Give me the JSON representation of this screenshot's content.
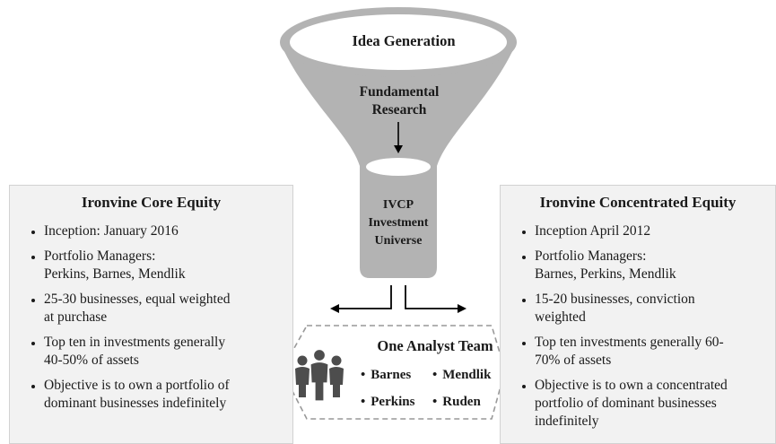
{
  "funnel": {
    "top_label": "Idea Generation",
    "middle_label_line1": "Fundamental",
    "middle_label_line2": "Research",
    "stem_label_line1": "IVCP",
    "stem_label_line2": "Investment",
    "stem_label_line3": "Universe"
  },
  "left_panel": {
    "title": "Ironvine Core Equity",
    "bullets": [
      [
        "Inception: January 2016"
      ],
      [
        "Portfolio Managers:",
        "Perkins, Barnes, Mendlik"
      ],
      [
        "25-30 businesses, equal weighted",
        "at purchase"
      ],
      [
        "Top ten in investments generally",
        "40-50% of assets"
      ],
      [
        "Objective is to own a portfolio of",
        "dominant businesses indefinitely"
      ]
    ]
  },
  "right_panel": {
    "title": "Ironvine Concentrated Equity",
    "bullets": [
      [
        "Inception April 2012"
      ],
      [
        "Portfolio Managers:",
        "Barnes, Perkins, Mendlik"
      ],
      [
        "15-20 businesses, conviction",
        "weighted"
      ],
      [
        "Top ten investments generally 60-",
        "70% of assets"
      ],
      [
        "Objective is to own a concentrated",
        "portfolio of dominant businesses",
        "indefinitely"
      ]
    ]
  },
  "team": {
    "title": "One Analyst Team",
    "members": [
      "Barnes",
      "Mendlik",
      "Perkins",
      "Ruden"
    ],
    "icon": "people-group-icon"
  },
  "colors": {
    "funnel": "#b3b3b3",
    "funnel_opening": "#ffffff",
    "panel_background": "#f2f2f2",
    "arrows": "#000000",
    "team_border": "#999999",
    "people_icon": "#4d4d4d"
  }
}
